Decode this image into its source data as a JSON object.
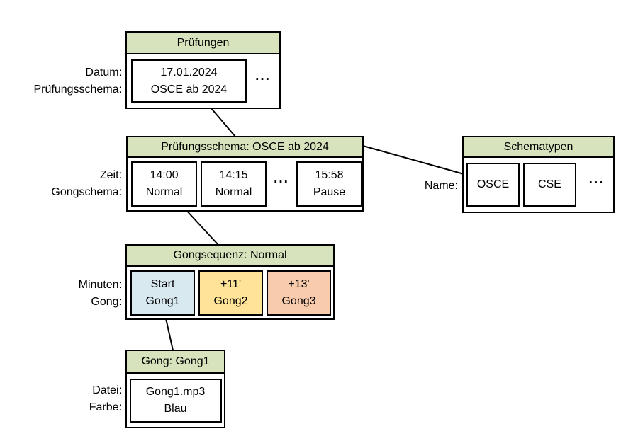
{
  "diagram": {
    "pruefungen": {
      "title": "Prüfungen",
      "label_datum": "Datum:",
      "label_schema": "Prüfungsschema:",
      "cell_line1": "17.01.2024",
      "cell_line2": "OSCE ab 2024",
      "ellipsis": "..."
    },
    "pruefungsschema": {
      "title": "Prüfungsschema: OSCE ab 2024",
      "label_zeit": "Zeit:",
      "label_gongschema": "Gongschema:",
      "cells": [
        {
          "line1": "14:00",
          "line2": "Normal"
        },
        {
          "line1": "14:15",
          "line2": "Normal"
        },
        {
          "line1": "15:58",
          "line2": "Pause"
        }
      ],
      "ellipsis": "..."
    },
    "schematypen": {
      "title": "Schematypen",
      "label_name": "Name:",
      "cells": [
        {
          "name": "OSCE"
        },
        {
          "name": "CSE"
        }
      ],
      "ellipsis": "..."
    },
    "gongsequenz": {
      "title": "Gongsequenz: Normal",
      "label_minuten": "Minuten:",
      "label_gong": "Gong:",
      "cells": [
        {
          "line1": "Start",
          "line2": "Gong1",
          "color": "#d9e9f0"
        },
        {
          "line1": "+11'",
          "line2": "Gong2",
          "color": "#fee399"
        },
        {
          "line1": "+13'",
          "line2": "Gong3",
          "color": "#f8cbad"
        }
      ]
    },
    "gong": {
      "title": "Gong: Gong1",
      "label_datei": "Datei:",
      "label_farbe": "Farbe:",
      "cell_line1": "Gong1.mp3",
      "cell_line2": "Blau"
    },
    "colors": {
      "header_green": "#d6e3bc",
      "cell_blue": "#d9e9f0",
      "cell_yellow": "#fee399",
      "cell_orange": "#f8cbad",
      "border": "#000000"
    }
  }
}
